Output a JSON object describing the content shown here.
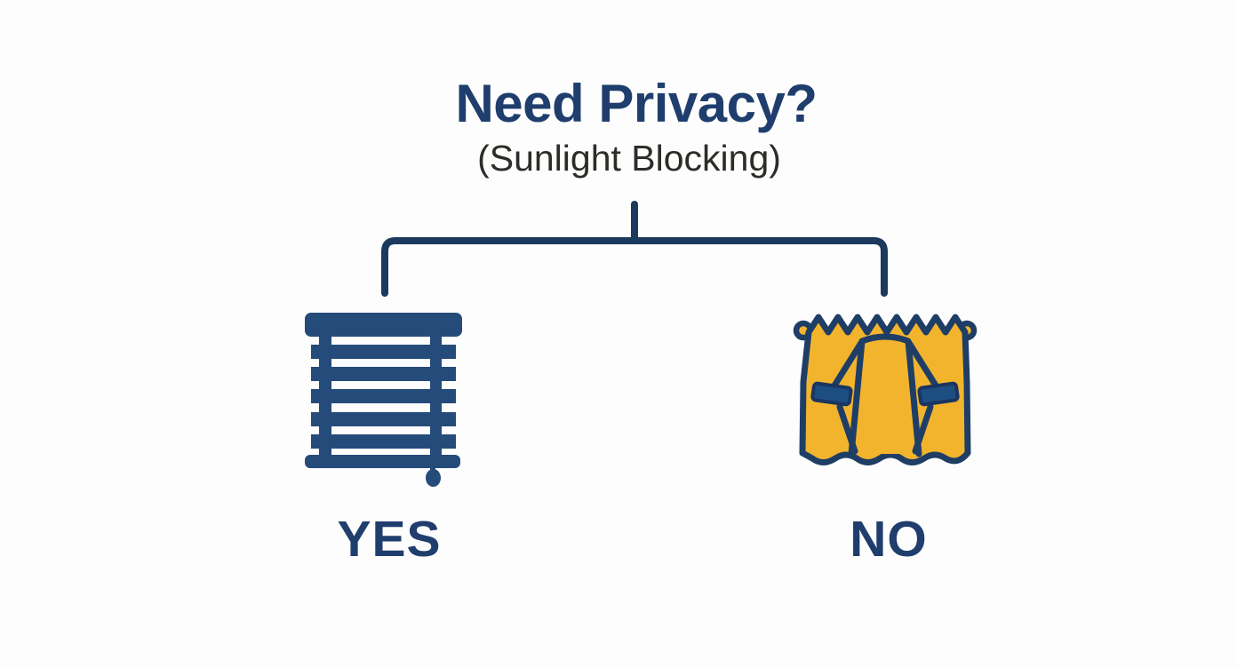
{
  "diagram": {
    "title": "Need Privacy?",
    "subtitle": "(Sunlight Blocking)",
    "branches": [
      {
        "label": "YES",
        "icon": "window-blinds-icon"
      },
      {
        "label": "NO",
        "icon": "curtains-icon"
      }
    ]
  },
  "colors": {
    "background": "#fdfdfd",
    "navy_text": "#1f3e6d",
    "subtitle_text": "#2d2c27",
    "connector_line": "#1c3a5e",
    "blinds_fill": "#254b7a",
    "curtain_yellow": "#f3b42d",
    "curtain_outline": "#1f3e66",
    "tieback_fill": "#1d4e82"
  }
}
